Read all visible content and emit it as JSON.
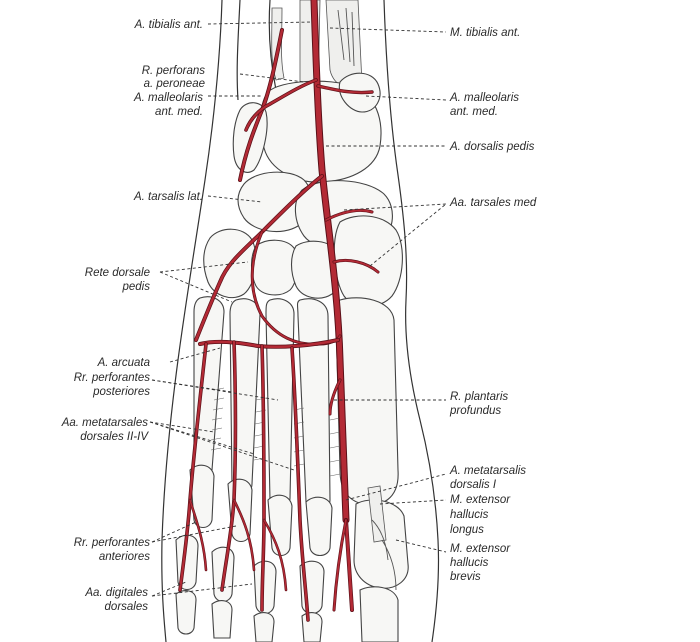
{
  "labels_left": [
    {
      "id": "tibialis-ant",
      "lines": [
        "A. tibialis ant."
      ]
    },
    {
      "id": "perforans-peroneae",
      "lines": [
        "R. perforans",
        "a. peroneae"
      ]
    },
    {
      "id": "malleolaris-ant-med-left",
      "lines": [
        "A. malleolaris",
        "ant. med."
      ]
    },
    {
      "id": "tarsalis-lat",
      "lines": [
        "A. tarsalis lat."
      ]
    },
    {
      "id": "rete-dorsale",
      "lines": [
        "Rete dorsale",
        "pedis"
      ]
    },
    {
      "id": "arcuata",
      "lines": [
        "A. arcuata"
      ]
    },
    {
      "id": "perforantes-post",
      "lines": [
        "Rr. perforantes",
        "posteriores"
      ]
    },
    {
      "id": "metatarsales-dors",
      "lines": [
        "Aa. metatarsales",
        "dorsales II-IV"
      ]
    },
    {
      "id": "perforantes-ant",
      "lines": [
        "Rr. perforantes",
        "anteriores"
      ]
    },
    {
      "id": "digitales-dors",
      "lines": [
        "Aa. digitales",
        "dorsales"
      ]
    }
  ],
  "labels_right": [
    {
      "id": "m-tibialis-ant",
      "lines": [
        "M. tibialis ant."
      ]
    },
    {
      "id": "malleolaris-ant-med-right",
      "lines": [
        "A. malleolaris",
        "ant. med."
      ]
    },
    {
      "id": "dorsalis-pedis",
      "lines": [
        "A. dorsalis pedis"
      ]
    },
    {
      "id": "tarsales-med",
      "lines": [
        "Aa. tarsales med"
      ]
    },
    {
      "id": "plantaris-prof",
      "lines": [
        "R. plantaris",
        "profundus"
      ]
    },
    {
      "id": "metatarsalis-dors-1",
      "lines": [
        "A. metatarsalis",
        "dorsalis I"
      ]
    },
    {
      "id": "ext-hallucis-longus",
      "lines": [
        "M. extensor",
        "hallucis",
        "longus"
      ]
    },
    {
      "id": "ext-hallucis-brevis",
      "lines": [
        "M. extensor",
        "hallucis",
        "brevis"
      ]
    }
  ],
  "colors": {
    "artery": "#b32a35",
    "artery_edge": "#5a1018",
    "line": "#333333",
    "label": "#2a2a2a",
    "background": "#ffffff"
  }
}
